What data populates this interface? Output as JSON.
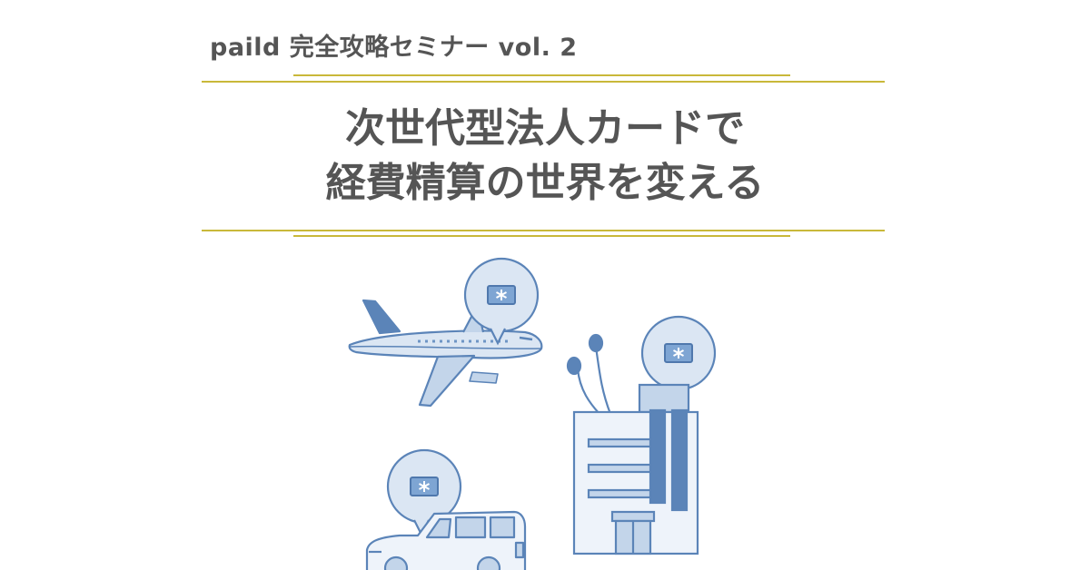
{
  "header": {
    "kicker": "paild 完全攻略セミナー vol. 2",
    "title_line_1": "次世代型法人カードで",
    "title_line_2": "経費精算の世界を変える"
  },
  "colors": {
    "text": "#555555",
    "rule": "#c9b83a",
    "illustration_blue": "#5b84b8",
    "illustration_fill": "#dbe6f3"
  },
  "illustration": {
    "icons": [
      "airplane-icon",
      "office-building-icon",
      "car-icon",
      "card-speech-bubble-icon"
    ]
  }
}
